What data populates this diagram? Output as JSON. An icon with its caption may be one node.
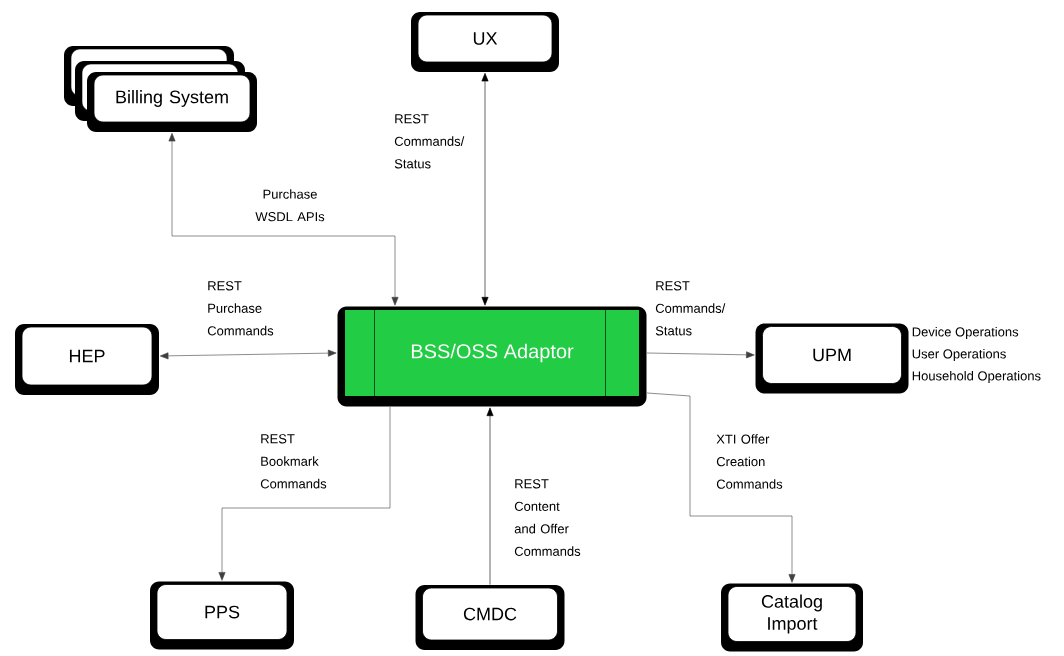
{
  "diagram": {
    "nodes": [
      {
        "text": [
          "Billing System"
        ]
      },
      {
        "text": [
          "UX"
        ]
      },
      {
        "text": [
          "HEP"
        ]
      },
      {
        "text": [
          "BSS/OSS Adaptor"
        ]
      },
      {
        "text": [
          "UPM"
        ],
        "beside": [
          "Device Operations",
          "User Operations",
          "Household Operations"
        ]
      },
      {
        "text": [
          "PPS"
        ]
      },
      {
        "text": [
          "CMDC"
        ]
      },
      {
        "text": [
          "Catalog Import"
        ]
      }
    ],
    "edges": [
      {
        "from": 0,
        "to": 3,
        "arrow": "both",
        "label": "Purchase WSDL APIs"
      },
      {
        "from": 1,
        "to": 3,
        "arrow": "both",
        "label": "REST Commands/ Status"
      },
      {
        "from": 2,
        "to": 3,
        "arrow": "both",
        "label": "REST Purchase Commands"
      },
      {
        "from": 3,
        "to": 4,
        "arrow": "to",
        "label": "REST Commands/ Status"
      },
      {
        "from": 3,
        "to": 5,
        "arrow": "to",
        "label": "REST Bookmark Commands"
      },
      {
        "from": 6,
        "to": 3,
        "arrow": "to",
        "label": "REST Content and Offer Commands"
      },
      {
        "from": 3,
        "to": 7,
        "arrow": "to",
        "label": "XTI Offer Creation Commands"
      }
    ]
  }
}
